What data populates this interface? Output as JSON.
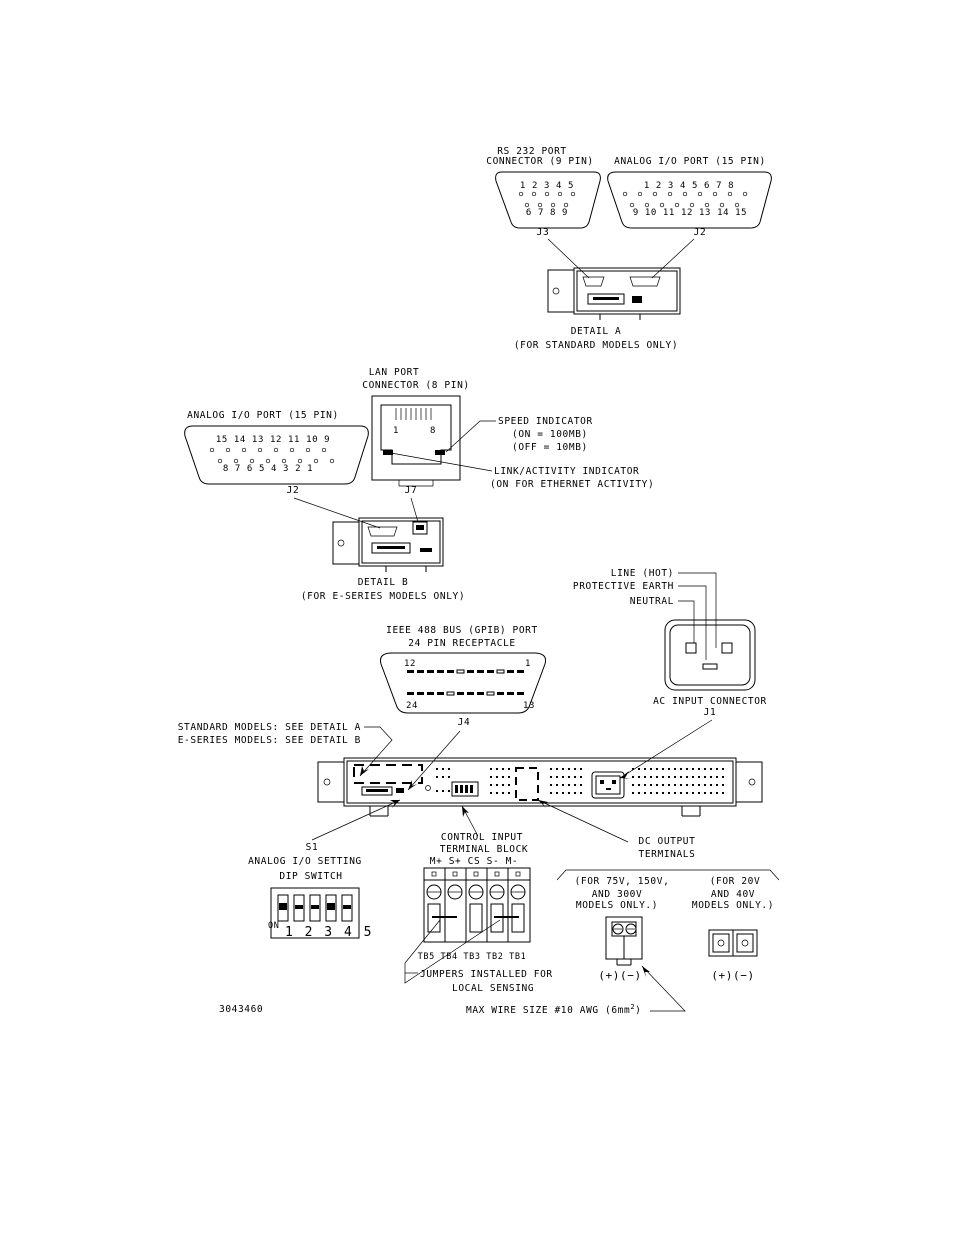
{
  "detail_a": {
    "rs232_title_1": "RS 232 PORT",
    "rs232_title_2": "CONNECTOR (9 PIN)",
    "rs232_pins_top": "1 2 3 4 5",
    "rs232_pins_bottom": "6 7 8 9",
    "analog_title": "ANALOG I/O PORT (15 PIN)",
    "analog_pins_top": "1 2 3 4 5 6 7 8",
    "analog_pins_bottom": "9 10 11 12 13 14 15",
    "j3_label": "J3",
    "j2_label": "J2",
    "caption_1": "DETAIL A",
    "caption_2": "(FOR STANDARD MODELS ONLY)"
  },
  "detail_b": {
    "lan_title_1": "LAN PORT",
    "lan_title_2": "CONNECTOR (8 PIN)",
    "lan_pin_1": "1",
    "lan_pin_8": "8",
    "analog_title": "ANALOG I/O PORT (15 PIN)",
    "analog_pins_top": "15 14 13 12 11 10 9",
    "analog_pins_bottom": "8 7 6 5 4 3 2 1",
    "speed_1": "SPEED INDICATOR",
    "speed_2": "(ON = 100MB)",
    "speed_3": "(OFF = 10MB)",
    "link_1": "LINK/ACTIVITY INDICATOR",
    "link_2": "(ON FOR ETHERNET ACTIVITY)",
    "j2_label": "J2",
    "j7_label": "J7",
    "caption_1": "DETAIL B",
    "caption_2": "(FOR E-SERIES MODELS ONLY)"
  },
  "ieee": {
    "title_1": "IEEE 488 BUS (GPIB) PORT",
    "title_2": "24 PIN RECEPTACLE",
    "pin_12": "12",
    "pin_1": "1",
    "pin_24": "24",
    "pin_13": "13",
    "j4_label": "J4"
  },
  "ac_input": {
    "line": "LINE (HOT)",
    "earth": "PROTECTIVE EARTH",
    "neutral": "NEUTRAL",
    "caption": "AC INPUT CONNECTOR",
    "j1_label": "J1"
  },
  "rear_panel": {
    "standard_note": "STANDARD MODELS: SEE DETAIL A",
    "eseries_note": "E-SERIES MODELS: SEE DETAIL B"
  },
  "dip_switch": {
    "s1_label": "S1",
    "title_1": "ANALOG I/O SETTING",
    "title_2": "DIP SWITCH",
    "on_label": "ON",
    "numbers": "1 2 3 4 5"
  },
  "terminal_block": {
    "title_1": "CONTROL INPUT",
    "title_2": "TERMINAL BLOCK",
    "signals": "M+ S+ CS S- M-",
    "tb_labels": "TB5 TB4 TB3 TB2 TB1",
    "jumpers_1": "JUMPERS INSTALLED FOR",
    "jumpers_2": "LOCAL SENSING"
  },
  "dc_output": {
    "title_1": "DC OUTPUT",
    "title_2": "TERMINALS",
    "high_v_1": "(FOR 75V, 150V,",
    "high_v_2": "AND 300V",
    "high_v_3": "MODELS ONLY.)",
    "low_v_1": "(FOR 20V",
    "low_v_2": "AND 40V",
    "low_v_3": "MODELS ONLY.)",
    "polarity": "(+)(−)",
    "max_wire": "MAX WIRE SIZE #10 AWG (6mm",
    "max_wire_sup": "2",
    "max_wire_end": ")"
  },
  "figure_number": "3043460"
}
